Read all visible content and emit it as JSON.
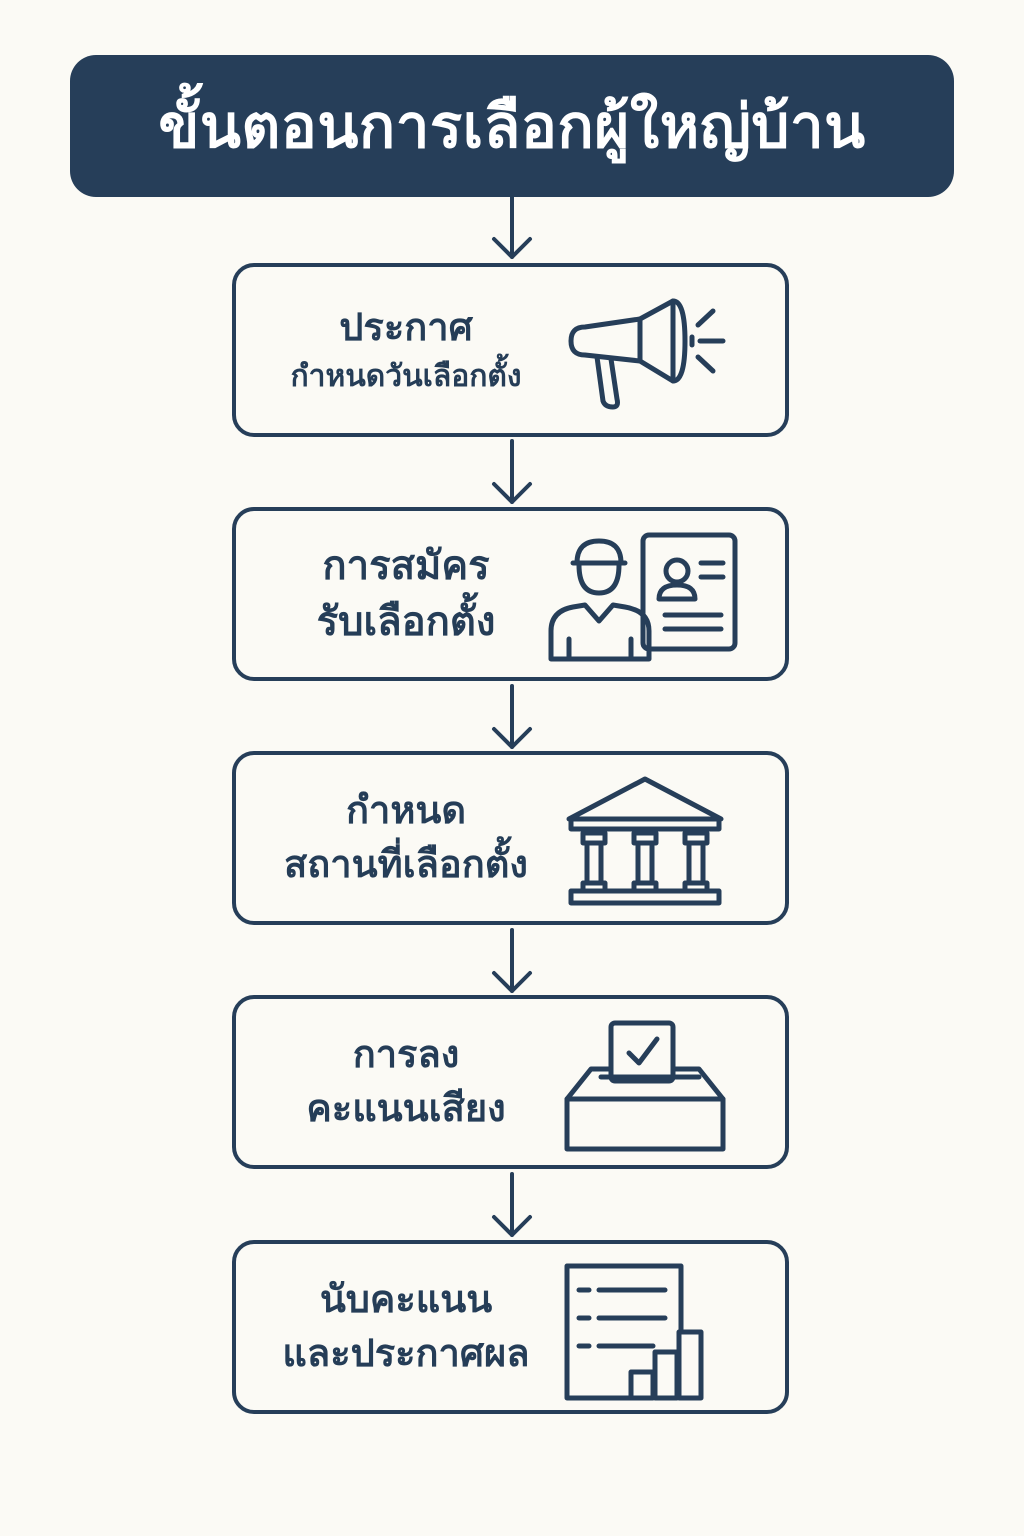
{
  "title": "ขั้นตอนการเลือกผู้ใหญ่บ้าน",
  "steps": [
    {
      "line1": "ประกาศ",
      "line2": "กำหนดวันเลือกตั้ง",
      "icon": "megaphone-icon"
    },
    {
      "line1": "การสมัคร",
      "line2": "รับเลือกตั้ง",
      "icon": "candidate-id-card-icon"
    },
    {
      "line1": "กำหนด",
      "line2": "สถานที่เลือกตั้ง",
      "icon": "government-building-icon"
    },
    {
      "line1": "การลง",
      "line2": "คะแนนเสียง",
      "icon": "ballot-box-icon"
    },
    {
      "line1": "นับคะแนน",
      "line2": "และประกาศผล",
      "icon": "results-report-chart-icon"
    }
  ],
  "colors": {
    "primary": "#263e59",
    "background": "#fbfaf5",
    "title_text": "#ffffff"
  }
}
